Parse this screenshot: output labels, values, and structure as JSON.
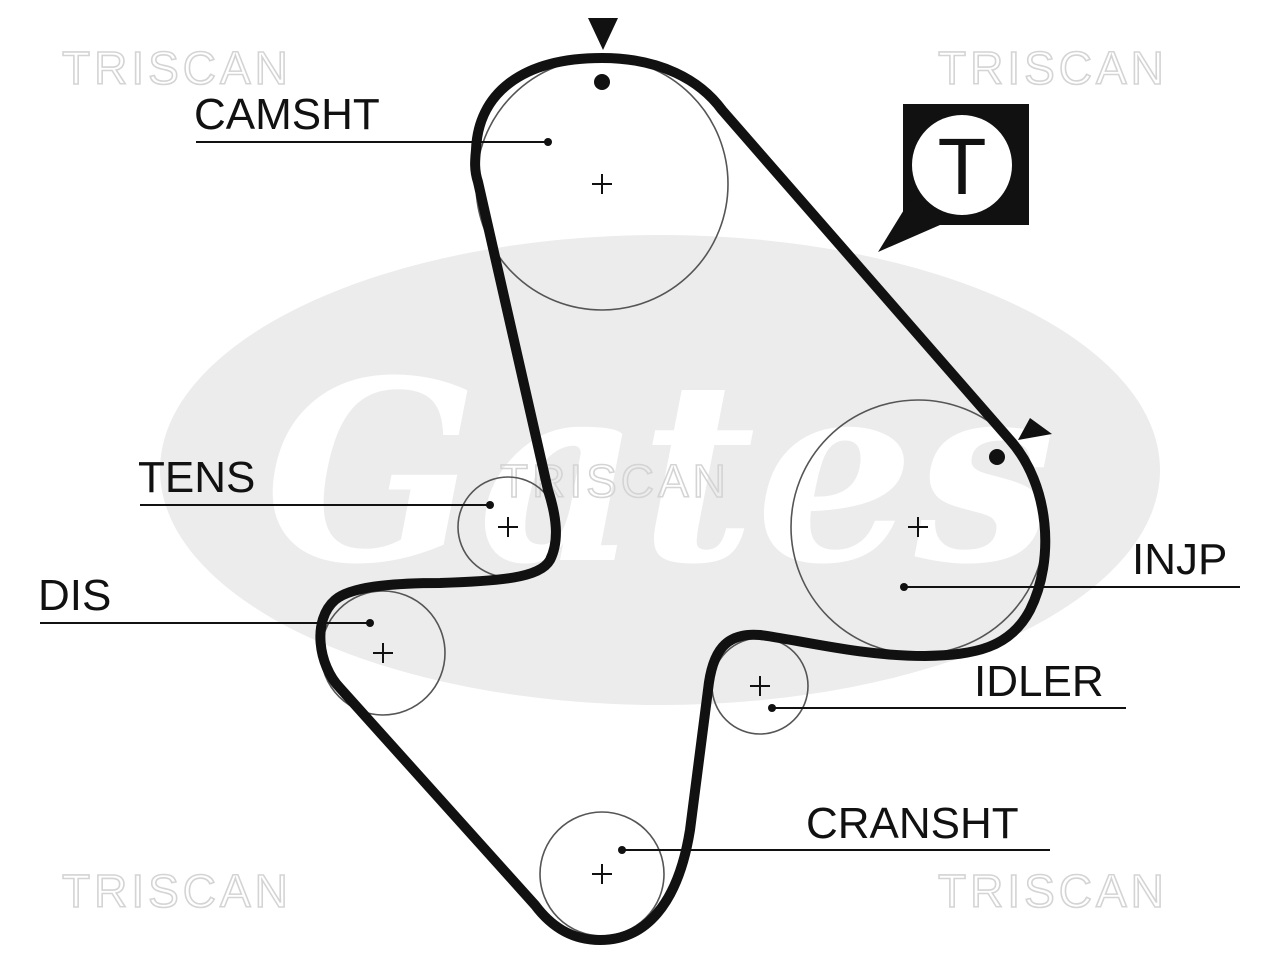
{
  "watermark": {
    "text": "TRISCAN",
    "logo_text": "Gates",
    "color": "#d4d4d4"
  },
  "belt": {
    "color": "#111111"
  },
  "timing_symbol": {
    "letter": "T"
  },
  "labels": {
    "camshaft": "CAMSHT",
    "tensioner": "TENS",
    "distributor": "DIS",
    "injection_pump": "INJP",
    "idler": "IDLER",
    "crankshaft": "CRANSHT"
  }
}
